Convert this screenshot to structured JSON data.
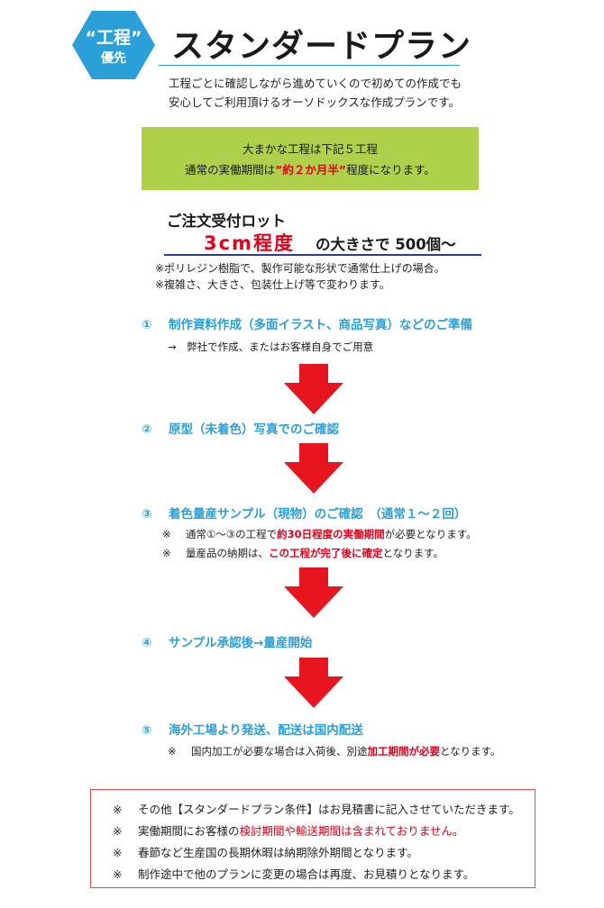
{
  "badge": {
    "line1": "“工程”",
    "line2": "優先",
    "color": "#2a9fd8"
  },
  "header": {
    "title": "スタンダードプラン"
  },
  "intro": {
    "line1": "工程ごとに確認しながら進めていくので初めての作成でも",
    "line2": "安心してご利用頂けるオーソドックスな作成プランです。"
  },
  "summary": {
    "line1": "大まかな工程は下記５工程",
    "line2_pre": "通常の実働期間は",
    "line2_em": "”約２か月半”",
    "line2_post": "程度になります。",
    "bg_color": "#aed04a"
  },
  "lot": {
    "title": "ご注文受付ロット",
    "size": "3cm程度",
    "rest": "の大きさで 500個〜",
    "note1": "※ポリレジン樹脂で、製作可能な形状で通常仕上げの場合。",
    "note2": "※複雑さ、大きさ、包装仕上げ等で変わります。"
  },
  "steps": [
    {
      "num": "①",
      "label": "制作資料作成（多面イラスト、商品写真）などのご準備"
    },
    {
      "num": "②",
      "label": "原型（未着色）写真でのご確認"
    },
    {
      "num": "③",
      "label": "着色量産サンプル（現物）のご確認　（通常１〜２回）"
    },
    {
      "num": "④",
      "label": "サンプル承認後→量産開始"
    },
    {
      "num": "⑤",
      "label": "海外工場より発送、配送は国内配送"
    }
  ],
  "notes": {
    "step1": "→　弊社で作成、またはお客様自身でご用意",
    "step3a_mark": "※",
    "step3a_pre": "通常①〜③の工程で",
    "step3a_em": "約30日程度の実働期間",
    "step3a_post": "が必要となります。",
    "step3b_mark": "※",
    "step3b_pre": "量産品の納期は、",
    "step3b_em": "この工程が完了後に確定",
    "step3b_post": "となります。",
    "step5_mark": "※",
    "step5_pre": "国内加工が必要な場合は入荷後、別途",
    "step5_em": "加工期間が必要",
    "step5_post": "となります。"
  },
  "bottom": {
    "mark": "※",
    "line1": "その他【スタンダードプラン条件】はお見積書に記入させていただきます。",
    "line2_pre": "実働期間にお客様の",
    "line2_em": "検討期間や輸送期間は含まれておりません",
    "line2_post": "。",
    "line3": "春節など生産国の長期休暇は納期除外期間となります。",
    "line4": "制作途中で他のプランに変更の場合は再度、お見積りとなります。",
    "border_color": "#d94a4a"
  },
  "colors": {
    "accent_blue": "#2a9fd8",
    "accent_red": "#e4001a",
    "arrow_red": "#e8141e"
  }
}
